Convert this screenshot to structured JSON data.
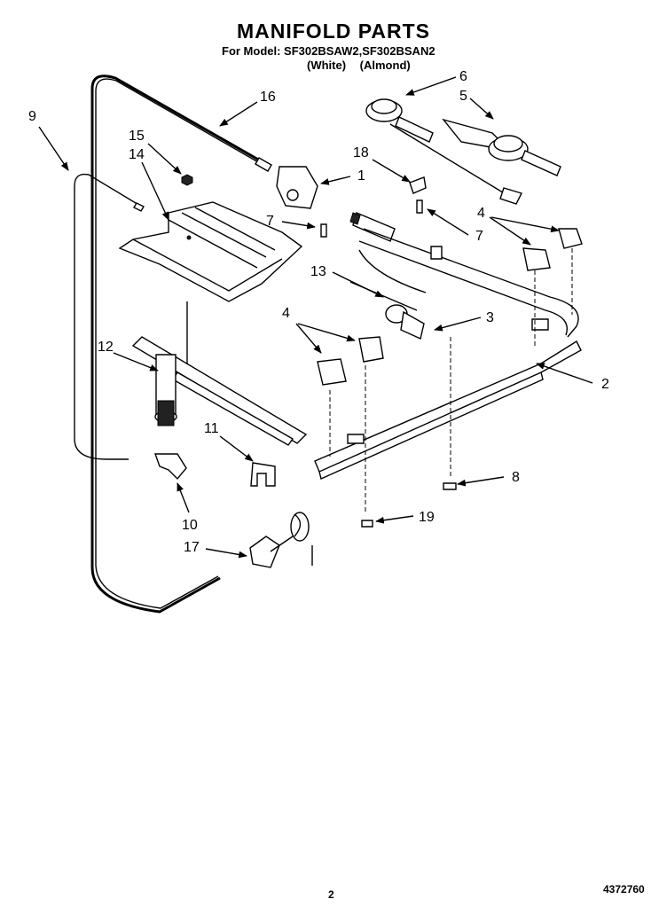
{
  "header": {
    "title": "MANIFOLD PARTS",
    "model_line": "For Model: SF302BSAW2,SF302BSAN2",
    "color_1": "(White)",
    "color_2": "(Almond)"
  },
  "callouts": {
    "c1": "1",
    "c2": "2",
    "c3": "3",
    "c4a": "4",
    "c4b": "4",
    "c5": "5",
    "c6": "6",
    "c7a": "7",
    "c7b": "7",
    "c8": "8",
    "c9": "9",
    "c10": "10",
    "c11": "11",
    "c12": "12",
    "c13": "13",
    "c14": "14",
    "c15": "15",
    "c16": "16",
    "c17": "17",
    "c18": "18",
    "c19": "19"
  },
  "footer": {
    "page_number": "2",
    "document_number": "4372760"
  }
}
